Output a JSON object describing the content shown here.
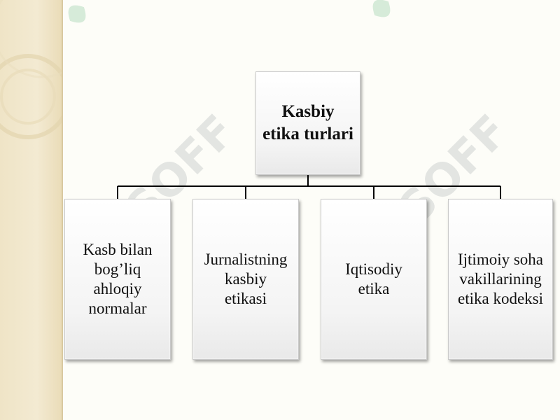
{
  "diagram": {
    "root": {
      "label": "Kasbiy\netika turlari"
    },
    "children": [
      {
        "label": "Kasb bilan\nbog’liq\nahloqiy\nnormalar"
      },
      {
        "label": "Jurnalistning\nkasbiy\netikasi"
      },
      {
        "label": "Iqtisodiy\netika"
      },
      {
        "label": "Ijtimoiy soha\nvakillarining\netika kodeksi"
      }
    ]
  },
  "watermark": {
    "text": "SOFF"
  },
  "colors": {
    "strip": "#efe4c6",
    "box_border": "#c9c9c9",
    "connector": "#000000",
    "watermark_text": "#cfd3d1",
    "watermark_leaf": "#b7dcc0"
  }
}
